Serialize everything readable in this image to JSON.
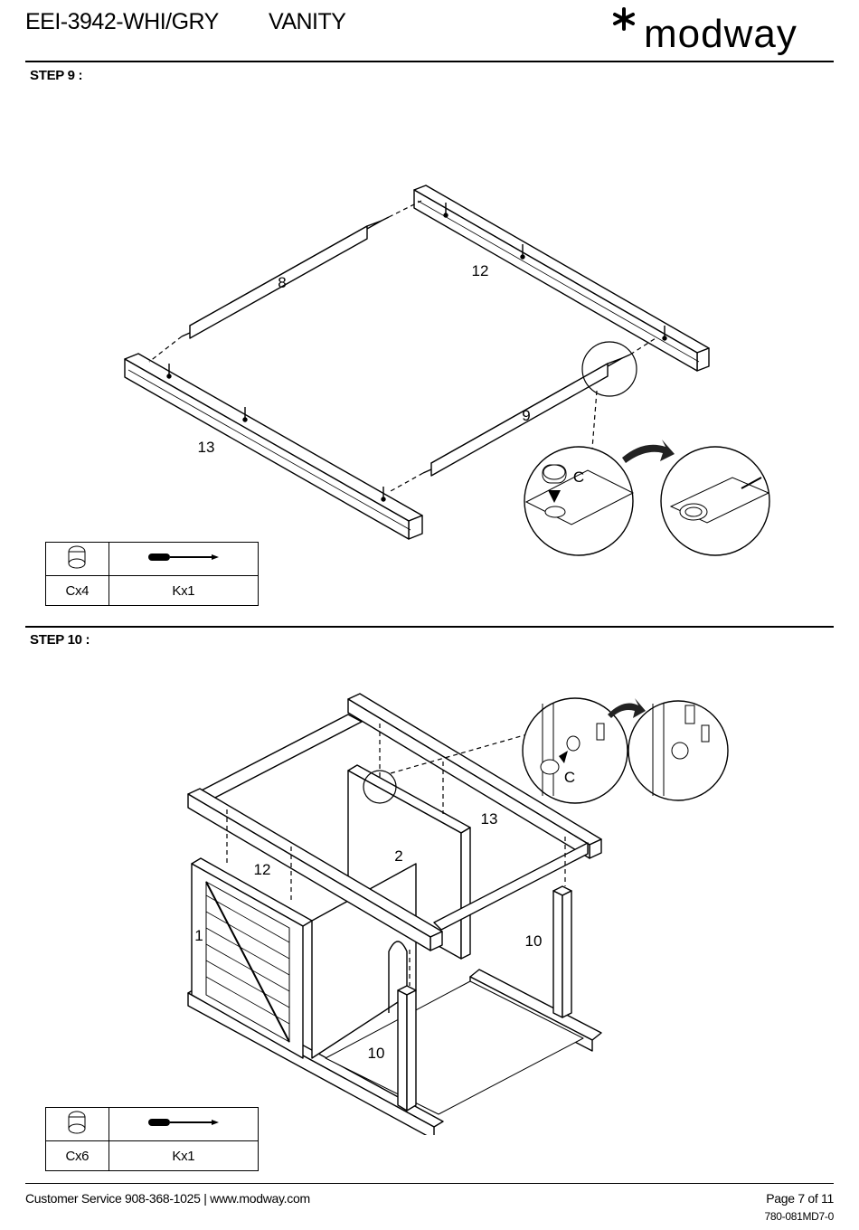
{
  "header": {
    "model": "EEI-3942-WHI/GRY",
    "product": "VANITY",
    "brand": "*modway"
  },
  "step9": {
    "title": "STEP 9 :",
    "part_labels": {
      "p8": "8",
      "p12": "12",
      "p13": "13",
      "p9": "9"
    },
    "detail_label": "C",
    "hardware": [
      {
        "icon": "cam-lock-icon",
        "qty": "Cx4"
      },
      {
        "icon": "screwdriver-icon",
        "qty": "Kx1"
      }
    ]
  },
  "step10": {
    "title": "STEP 10 :",
    "part_labels": {
      "p1": "1",
      "p2": "2",
      "p12": "12",
      "p13": "13",
      "p10a": "10",
      "p10b": "10"
    },
    "detail_label": "C",
    "hardware": [
      {
        "icon": "cam-lock-icon",
        "qty": "Cx6"
      },
      {
        "icon": "screwdriver-icon",
        "qty": "Kx1"
      }
    ]
  },
  "footer": {
    "customer_service": "Customer Service 908-368-1025 | www.modway.com",
    "page": "Page 7 of 11",
    "doc_code": "780-081MD7-0"
  }
}
